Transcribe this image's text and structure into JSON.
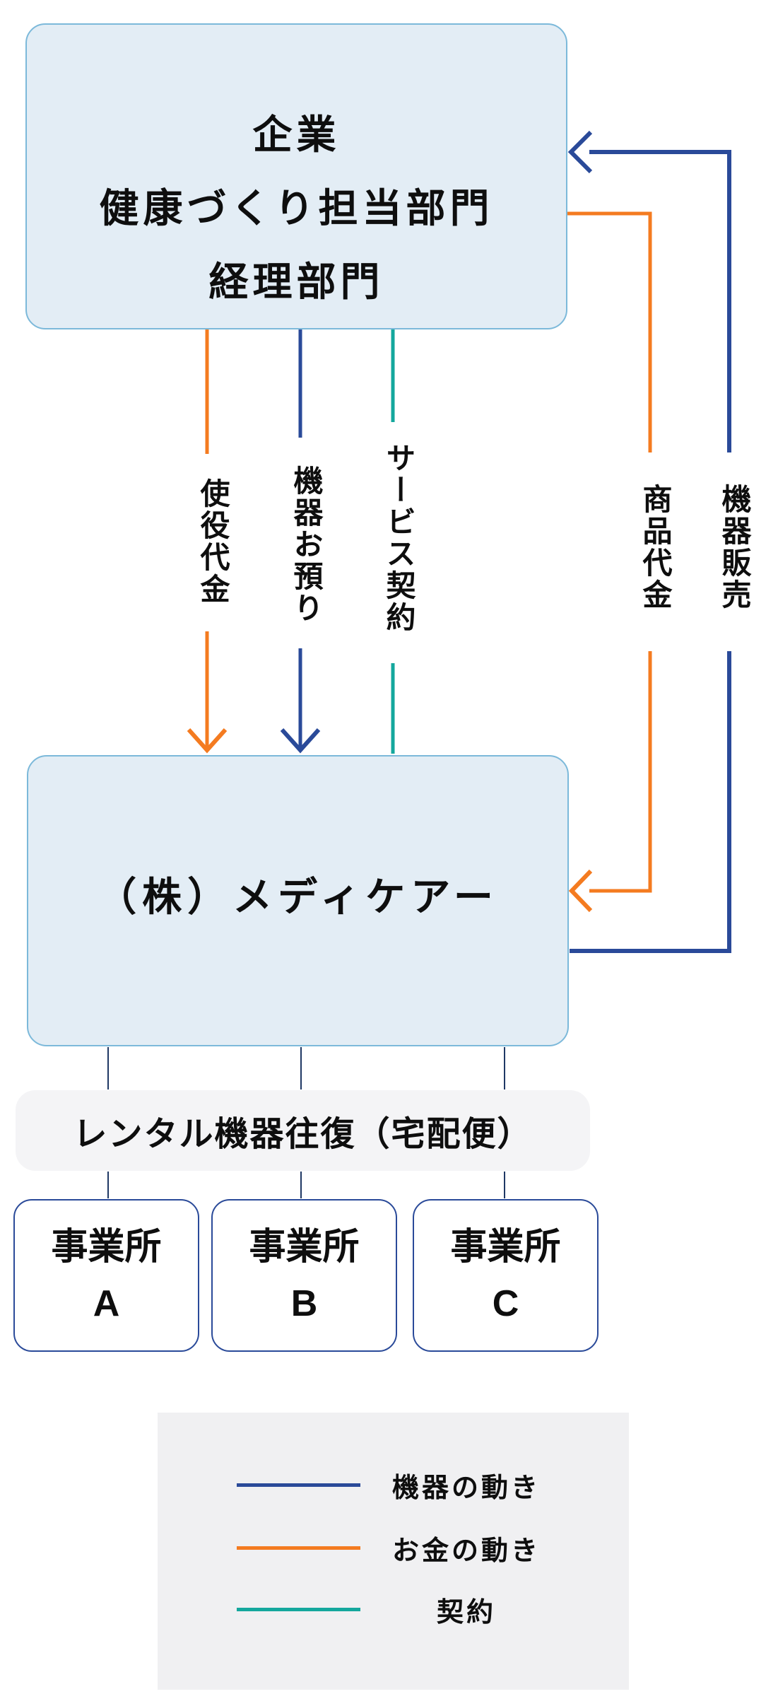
{
  "colors": {
    "navy": "#2a4a99",
    "navy_dark": "#1f3864",
    "orange": "#f47b20",
    "teal": "#14a79d",
    "box_fill": "#e3edf5",
    "box_border": "#7cb9da",
    "band_fill": "#f4f4f6",
    "legend_fill": "#f0f0f2",
    "text": "#0e0e0e"
  },
  "boxes": {
    "company": {
      "lines": [
        "企業",
        "健康づくり担当部門",
        "経理部門"
      ]
    },
    "medicare": {
      "label": "（株）メディケアー"
    },
    "band": {
      "label": "レンタル機器往復（宅配便）"
    },
    "offices": [
      {
        "line1": "事業所",
        "line2": "A"
      },
      {
        "line1": "事業所",
        "line2": "B"
      },
      {
        "line1": "事業所",
        "line2": "C"
      }
    ]
  },
  "flow_labels": {
    "service_fee": "使役代金",
    "equipment_deposit": "機器お預り",
    "service_contract": "サービス契約",
    "product_payment": "商品代金",
    "equipment_sales": "機器販売"
  },
  "legend": {
    "items": [
      {
        "label": "機器の動き",
        "color_key": "navy"
      },
      {
        "label": "お金の動き",
        "color_key": "orange"
      },
      {
        "label": "契約",
        "color_key": "teal"
      }
    ]
  }
}
